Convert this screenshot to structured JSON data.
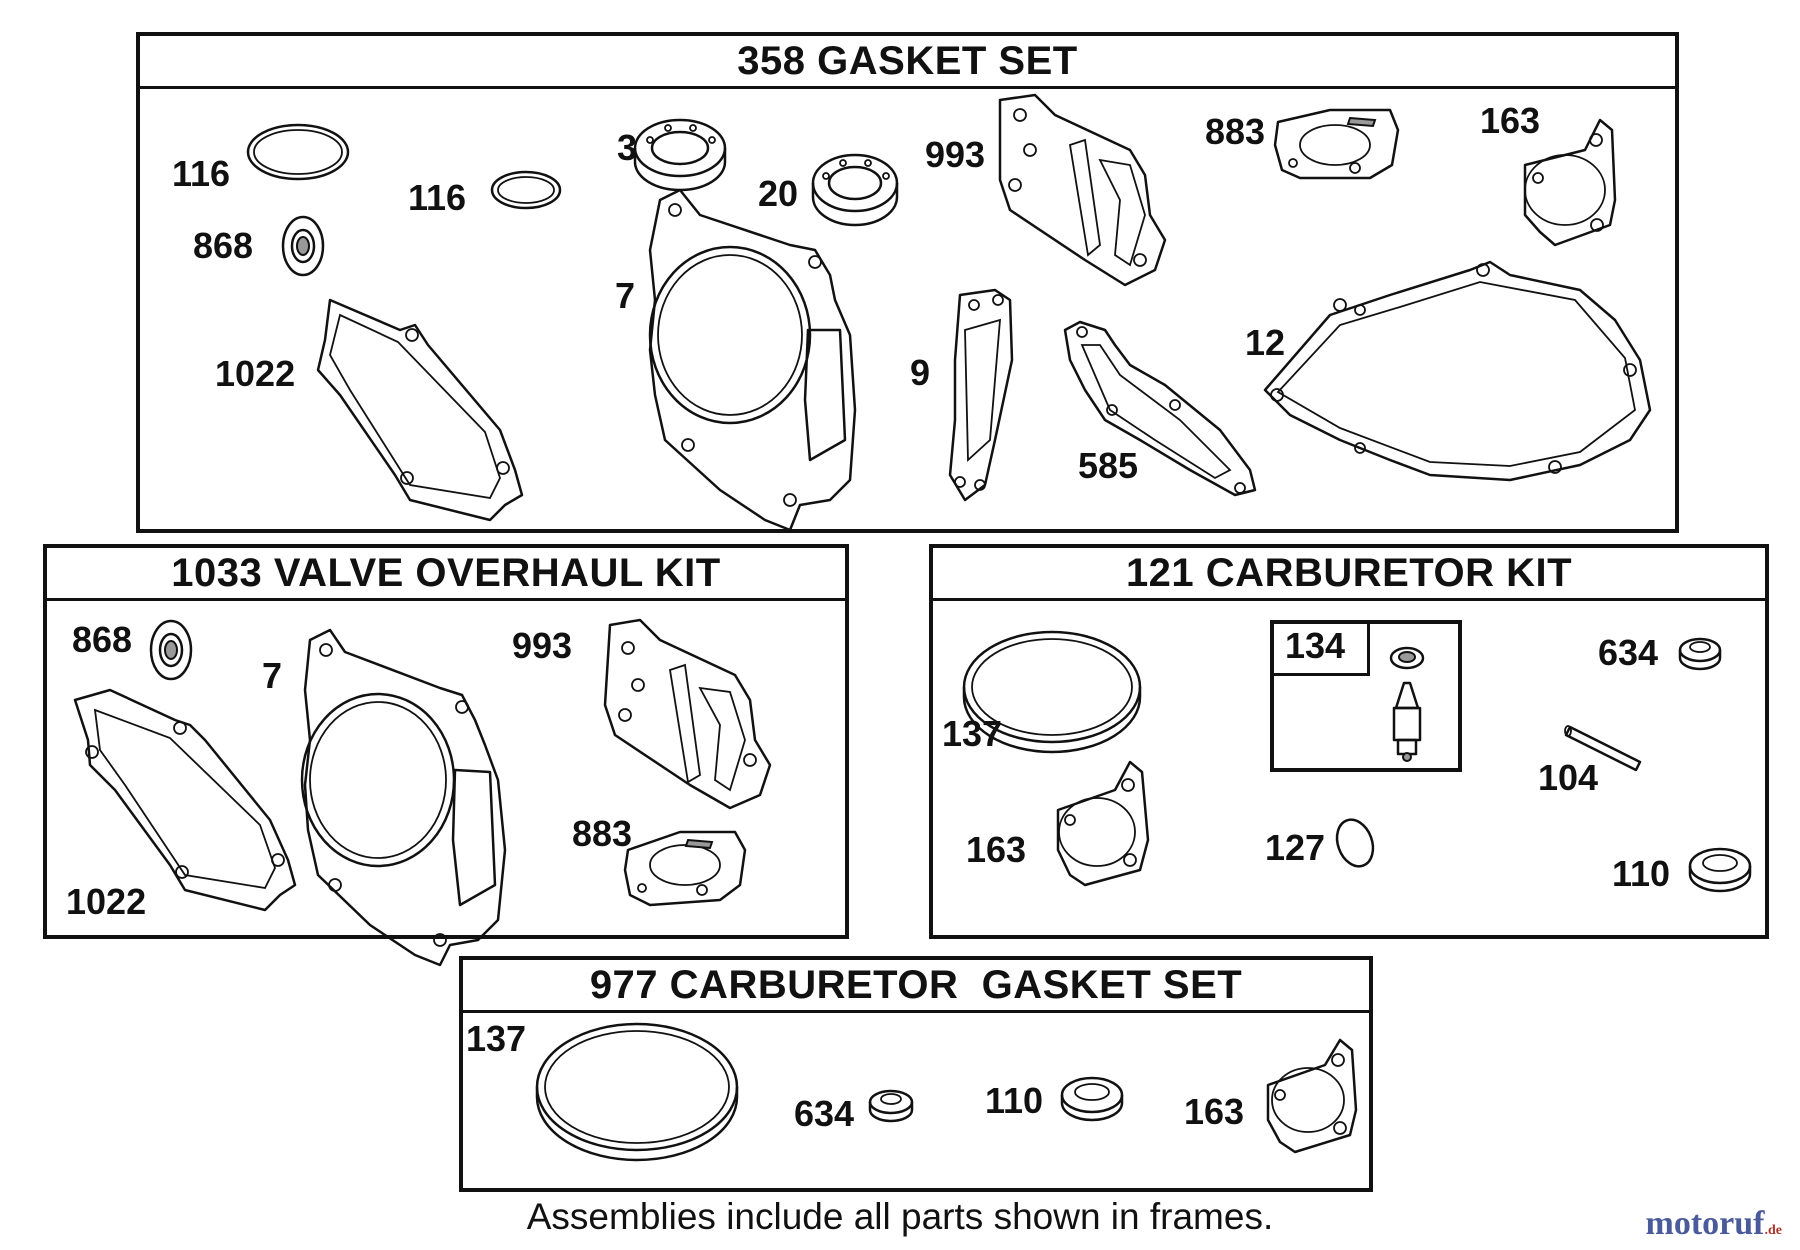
{
  "frames": {
    "gasket_set": {
      "title": "358 GASKET SET",
      "labels": [
        "116",
        "116",
        "868",
        "1022",
        "3",
        "20",
        "7",
        "993",
        "9",
        "585",
        "883",
        "163",
        "12"
      ]
    },
    "valve_overhaul_kit": {
      "title": "1033 VALVE OVERHAUL KIT",
      "labels": [
        "868",
        "7",
        "993",
        "883",
        "1022"
      ]
    },
    "carburetor_kit": {
      "title": "121 CARBURETOR KIT",
      "labels": [
        "137",
        "134",
        "634",
        "104",
        "163",
        "127",
        "110"
      ]
    },
    "carburetor_gasket_set": {
      "title": "977 CARBURETOR  GASKET SET",
      "labels": [
        "137",
        "634",
        "110",
        "163"
      ]
    }
  },
  "footnote": "Assemblies include all parts shown in frames.",
  "watermark": {
    "name": "motoruf",
    "suffix": ".de",
    "color": "#4a5a9a"
  }
}
